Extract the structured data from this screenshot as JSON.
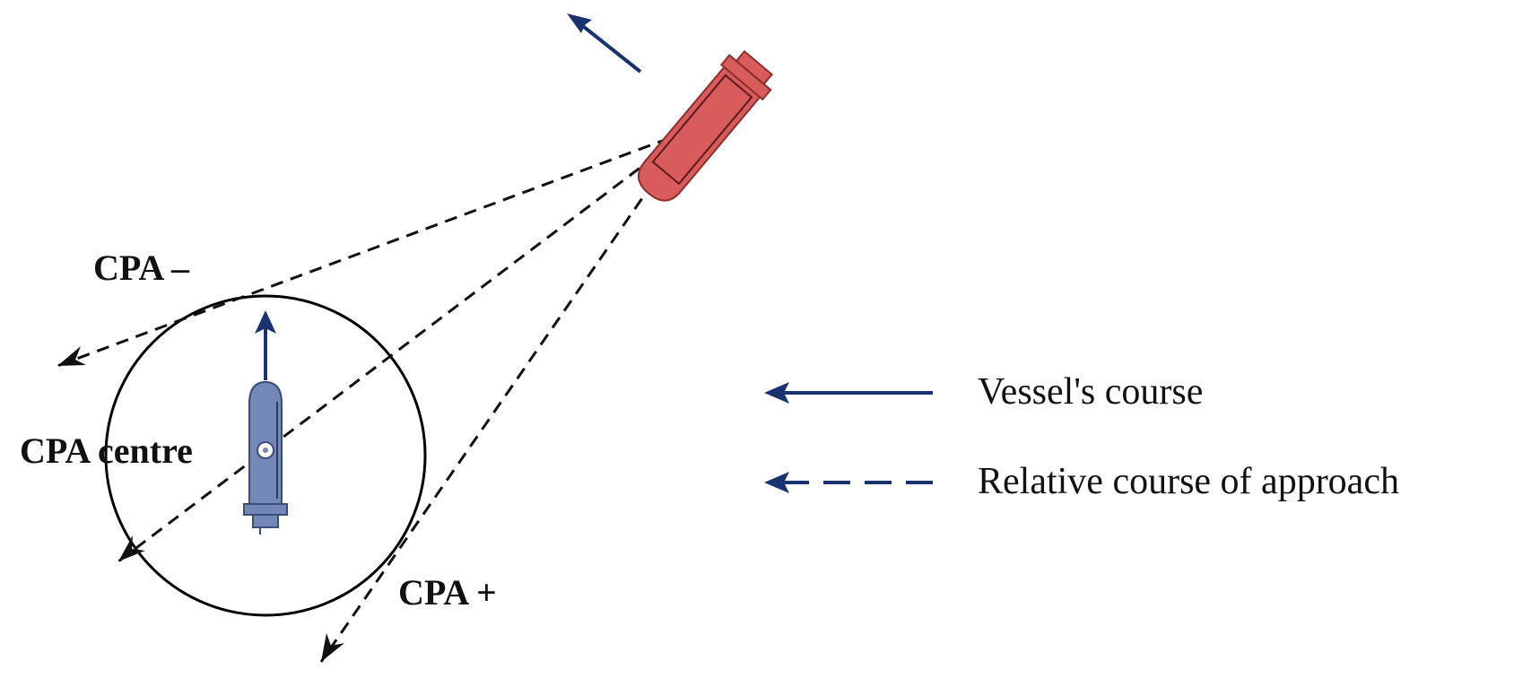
{
  "labels": {
    "cpa_minus": "CPA –",
    "cpa_centre": "CPA centre",
    "cpa_plus": "CPA +"
  },
  "legend": {
    "vessel_course": "Vessel's course",
    "relative_course": "Relative course of approach"
  },
  "colors": {
    "own_vessel": "#7488b8",
    "target_vessel": "#d95c5c",
    "course_arrow": "#1a3370",
    "relative_line": "#111111",
    "cpa_circle": "#000000"
  },
  "icons": {
    "own_vessel": "ship-icon",
    "target_vessel": "ship-icon"
  }
}
